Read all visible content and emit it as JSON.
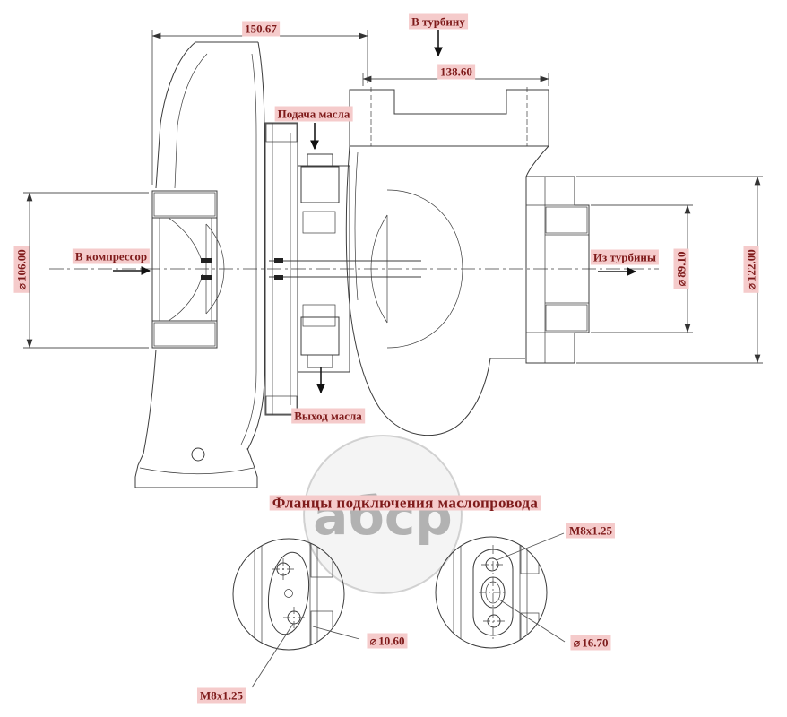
{
  "colors": {
    "label_text": "#7E1A1A",
    "label_bg": "#F5CBCB",
    "line": "#3C3C3C",
    "dim_line": "#555555",
    "watermark": "#9A9A9A"
  },
  "labels": {
    "phi": "⌀",
    "dim_overall": "150.67",
    "to_turbine": "В турбину",
    "dim_turbine_flange": "138.60",
    "oil_supply": "Подача масла",
    "to_compressor": "В компрессор",
    "dim_compressor_inlet": "106.00",
    "from_turbine": "Из турбины",
    "dim_outlet_inner": "89.10",
    "dim_outlet_outer": "122.00",
    "oil_outlet": "Выход масла"
  },
  "section_title": "Фланцы подключения маслопровода",
  "details": {
    "thread_top": "M8x1.25",
    "thread_bottom": "M8x1.25",
    "hole_dia_left": "10.60",
    "hole_dia_right": "16.70"
  },
  "watermark": {
    "text": "абср"
  }
}
